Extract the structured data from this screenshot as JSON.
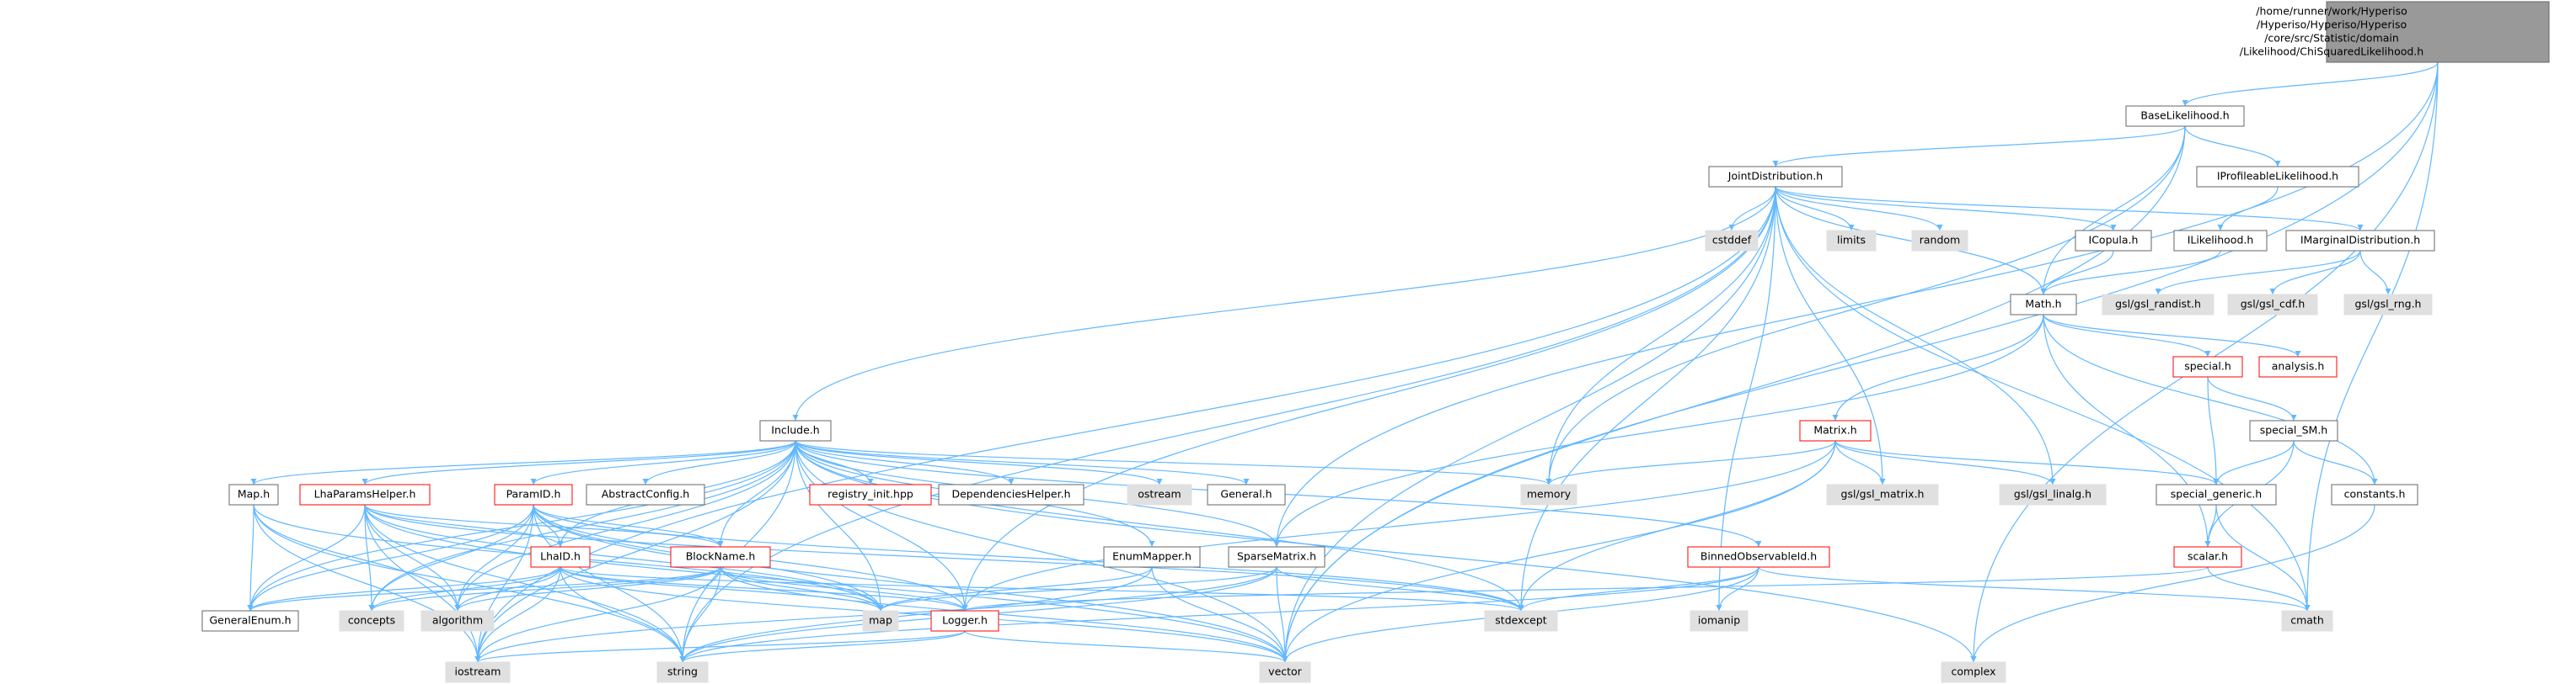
{
  "colors": {
    "edge": "#63b8ff",
    "header_fill": "#999999",
    "header_stroke": "#666666",
    "doc_fill": "#ffffff",
    "doc_stroke": "#666666",
    "external_fill": "#e0e0e0",
    "external_stroke": "#e0e0e0",
    "truncated_stroke": "#ff0000"
  },
  "nodes": [
    {
      "id": "root",
      "kind": "header",
      "lines": [
        "/home/runner/work/Hyperiso",
        "/Hyperiso/Hyperiso/Hyperiso",
        "/core/src/Statistic/domain",
        "/Likelihood/ChiSquaredLikelihood.h"
      ]
    },
    {
      "id": "baselik",
      "kind": "doc",
      "lines": [
        "BaseLikelihood.h"
      ]
    },
    {
      "id": "iprof",
      "kind": "doc",
      "lines": [
        "IProfileableLikelihood.h"
      ]
    },
    {
      "id": "ilik",
      "kind": "doc",
      "lines": [
        "ILikelihood.h"
      ]
    },
    {
      "id": "joint",
      "kind": "doc",
      "lines": [
        "JointDistribution.h"
      ]
    },
    {
      "id": "imarg",
      "kind": "doc",
      "lines": [
        "IMarginalDistribution.h"
      ]
    },
    {
      "id": "icopula",
      "kind": "doc",
      "lines": [
        "ICopula.h"
      ]
    },
    {
      "id": "cstddef",
      "kind": "external",
      "lines": [
        "cstddef"
      ]
    },
    {
      "id": "limits",
      "kind": "external",
      "lines": [
        "limits"
      ]
    },
    {
      "id": "random",
      "kind": "external",
      "lines": [
        "random"
      ]
    },
    {
      "id": "mathh",
      "kind": "doc",
      "lines": [
        "Math.h"
      ]
    },
    {
      "id": "gslrandist",
      "kind": "external",
      "lines": [
        "gsl/gsl_randist.h"
      ]
    },
    {
      "id": "gslcdf",
      "kind": "external",
      "lines": [
        "gsl/gsl_cdf.h"
      ]
    },
    {
      "id": "gslrng",
      "kind": "external",
      "lines": [
        "gsl/gsl_rng.h"
      ]
    },
    {
      "id": "specialh",
      "kind": "truncated",
      "lines": [
        "special.h"
      ]
    },
    {
      "id": "analysis",
      "kind": "truncated",
      "lines": [
        "analysis.h"
      ]
    },
    {
      "id": "specialsm",
      "kind": "doc",
      "lines": [
        "special_SM.h"
      ]
    },
    {
      "id": "matrix",
      "kind": "truncated",
      "lines": [
        "Matrix.h"
      ]
    },
    {
      "id": "include",
      "kind": "doc",
      "lines": [
        "Include.h"
      ]
    },
    {
      "id": "mapdoc",
      "kind": "doc",
      "lines": [
        "Map.h"
      ]
    },
    {
      "id": "lhaparams",
      "kind": "truncated",
      "lines": [
        "LhaParamsHelper.h"
      ]
    },
    {
      "id": "paramid",
      "kind": "truncated",
      "lines": [
        "ParamID.h"
      ]
    },
    {
      "id": "abstractcfg",
      "kind": "doc",
      "lines": [
        "AbstractConfig.h"
      ]
    },
    {
      "id": "registry",
      "kind": "truncated",
      "lines": [
        "registry_init.hpp"
      ]
    },
    {
      "id": "dephelper",
      "kind": "doc",
      "lines": [
        "DependenciesHelper.h"
      ]
    },
    {
      "id": "ostream",
      "kind": "external",
      "lines": [
        "ostream"
      ]
    },
    {
      "id": "general",
      "kind": "doc",
      "lines": [
        "General.h"
      ]
    },
    {
      "id": "memory",
      "kind": "external",
      "lines": [
        "memory"
      ]
    },
    {
      "id": "gslmatrix",
      "kind": "external",
      "lines": [
        "gsl/gsl_matrix.h"
      ]
    },
    {
      "id": "gsllinalg",
      "kind": "external",
      "lines": [
        "gsl/gsl_linalg.h"
      ]
    },
    {
      "id": "specialgen",
      "kind": "doc",
      "lines": [
        "special_generic.h"
      ]
    },
    {
      "id": "constants",
      "kind": "doc",
      "lines": [
        "constants.h"
      ]
    },
    {
      "id": "lhaid",
      "kind": "truncated",
      "lines": [
        "LhaID.h"
      ]
    },
    {
      "id": "blockname",
      "kind": "truncated",
      "lines": [
        "BlockName.h"
      ]
    },
    {
      "id": "enummapper",
      "kind": "doc",
      "lines": [
        "EnumMapper.h"
      ]
    },
    {
      "id": "sparsematrix",
      "kind": "doc",
      "lines": [
        "SparseMatrix.h"
      ]
    },
    {
      "id": "binnedobs",
      "kind": "truncated",
      "lines": [
        "BinnedObservableId.h"
      ]
    },
    {
      "id": "scalar",
      "kind": "truncated",
      "lines": [
        "scalar.h"
      ]
    },
    {
      "id": "generalenum",
      "kind": "doc",
      "lines": [
        "GeneralEnum.h"
      ]
    },
    {
      "id": "concepts",
      "kind": "external",
      "lines": [
        "concepts"
      ]
    },
    {
      "id": "algorithm",
      "kind": "external",
      "lines": [
        "algorithm"
      ]
    },
    {
      "id": "mapext",
      "kind": "external",
      "lines": [
        "map"
      ]
    },
    {
      "id": "logger",
      "kind": "truncated",
      "lines": [
        "Logger.h"
      ]
    },
    {
      "id": "stdexcept",
      "kind": "external",
      "lines": [
        "stdexcept"
      ]
    },
    {
      "id": "iomanip",
      "kind": "external",
      "lines": [
        "iomanip"
      ]
    },
    {
      "id": "cmath",
      "kind": "external",
      "lines": [
        "cmath"
      ]
    },
    {
      "id": "iostream",
      "kind": "external",
      "lines": [
        "iostream"
      ]
    },
    {
      "id": "string",
      "kind": "external",
      "lines": [
        "string"
      ]
    },
    {
      "id": "vector",
      "kind": "external",
      "lines": [
        "vector"
      ]
    },
    {
      "id": "complex",
      "kind": "external",
      "lines": [
        "complex"
      ]
    }
  ],
  "edges": [
    [
      "root",
      "baselik"
    ],
    [
      "root",
      "sparsematrix"
    ],
    [
      "root",
      "cmath"
    ],
    [
      "root",
      "vector"
    ],
    [
      "root",
      "complex"
    ],
    [
      "baselik",
      "iprof"
    ],
    [
      "baselik",
      "joint"
    ],
    [
      "baselik",
      "mathh"
    ],
    [
      "baselik",
      "memory"
    ],
    [
      "baselik",
      "vector"
    ],
    [
      "iprof",
      "ilik"
    ],
    [
      "ilik",
      "mathh"
    ],
    [
      "joint",
      "imarg"
    ],
    [
      "joint",
      "icopula"
    ],
    [
      "joint",
      "cstddef"
    ],
    [
      "joint",
      "limits"
    ],
    [
      "joint",
      "random"
    ],
    [
      "joint",
      "mathh"
    ],
    [
      "joint",
      "include"
    ],
    [
      "joint",
      "memory"
    ],
    [
      "joint",
      "gslmatrix"
    ],
    [
      "joint",
      "gsllinalg"
    ],
    [
      "joint",
      "iomanip"
    ],
    [
      "joint",
      "stdexcept"
    ],
    [
      "joint",
      "cmath"
    ],
    [
      "joint",
      "iostream"
    ],
    [
      "joint",
      "string"
    ],
    [
      "joint",
      "vector"
    ],
    [
      "joint",
      "logger"
    ],
    [
      "icopula",
      "mathh"
    ],
    [
      "imarg",
      "gslrandist"
    ],
    [
      "imarg",
      "gslcdf"
    ],
    [
      "imarg",
      "gslrng"
    ],
    [
      "mathh",
      "specialh"
    ],
    [
      "mathh",
      "analysis"
    ],
    [
      "mathh",
      "matrix"
    ],
    [
      "mathh",
      "constants"
    ],
    [
      "mathh",
      "scalar"
    ],
    [
      "mathh",
      "sparsematrix"
    ],
    [
      "specialh",
      "specialsm"
    ],
    [
      "specialh",
      "specialgen"
    ],
    [
      "specialsm",
      "specialgen"
    ],
    [
      "specialsm",
      "constants"
    ],
    [
      "specialsm",
      "scalar"
    ],
    [
      "specialgen",
      "scalar"
    ],
    [
      "specialgen",
      "cmath"
    ],
    [
      "constants",
      "complex"
    ],
    [
      "scalar",
      "cmath"
    ],
    [
      "scalar",
      "logger"
    ],
    [
      "matrix",
      "memory"
    ],
    [
      "matrix",
      "gslmatrix"
    ],
    [
      "matrix",
      "gsllinalg"
    ],
    [
      "matrix",
      "specialgen"
    ],
    [
      "matrix",
      "stdexcept"
    ],
    [
      "matrix",
      "vector"
    ],
    [
      "matrix",
      "logger"
    ],
    [
      "include",
      "mapdoc"
    ],
    [
      "include",
      "lhaparams"
    ],
    [
      "include",
      "paramid"
    ],
    [
      "include",
      "abstractcfg"
    ],
    [
      "include",
      "registry"
    ],
    [
      "include",
      "dephelper"
    ],
    [
      "include",
      "ostream"
    ],
    [
      "include",
      "general"
    ],
    [
      "include",
      "memory"
    ],
    [
      "include",
      "blockname"
    ],
    [
      "include",
      "enummapper"
    ],
    [
      "include",
      "sparsematrix"
    ],
    [
      "include",
      "binnedobs"
    ],
    [
      "include",
      "generalenum"
    ],
    [
      "include",
      "concepts"
    ],
    [
      "include",
      "algorithm"
    ],
    [
      "include",
      "mapext"
    ],
    [
      "include",
      "logger"
    ],
    [
      "include",
      "stdexcept"
    ],
    [
      "include",
      "iostream"
    ],
    [
      "include",
      "string"
    ],
    [
      "include",
      "vector"
    ],
    [
      "include",
      "complex"
    ],
    [
      "include",
      "lhaid"
    ],
    [
      "mapdoc",
      "generalenum"
    ],
    [
      "mapdoc",
      "mapext"
    ],
    [
      "mapdoc",
      "string"
    ],
    [
      "mapdoc",
      "iostream"
    ],
    [
      "mapdoc",
      "algorithm"
    ],
    [
      "lhaparams",
      "lhaid"
    ],
    [
      "lhaparams",
      "blockname"
    ],
    [
      "lhaparams",
      "generalenum"
    ],
    [
      "lhaparams",
      "concepts"
    ],
    [
      "lhaparams",
      "algorithm"
    ],
    [
      "lhaparams",
      "mapext"
    ],
    [
      "lhaparams",
      "stdexcept"
    ],
    [
      "lhaparams",
      "iostream"
    ],
    [
      "lhaparams",
      "string"
    ],
    [
      "lhaparams",
      "vector"
    ],
    [
      "paramid",
      "lhaid"
    ],
    [
      "paramid",
      "blockname"
    ],
    [
      "paramid",
      "generalenum"
    ],
    [
      "paramid",
      "concepts"
    ],
    [
      "paramid",
      "algorithm"
    ],
    [
      "paramid",
      "mapext"
    ],
    [
      "paramid",
      "logger"
    ],
    [
      "paramid",
      "stdexcept"
    ],
    [
      "paramid",
      "iostream"
    ],
    [
      "paramid",
      "string"
    ],
    [
      "paramid",
      "vector"
    ],
    [
      "lhaid",
      "generalenum"
    ],
    [
      "lhaid",
      "concepts"
    ],
    [
      "lhaid",
      "algorithm"
    ],
    [
      "lhaid",
      "mapext"
    ],
    [
      "lhaid",
      "logger"
    ],
    [
      "lhaid",
      "stdexcept"
    ],
    [
      "lhaid",
      "iostream"
    ],
    [
      "lhaid",
      "string"
    ],
    [
      "lhaid",
      "vector"
    ],
    [
      "blockname",
      "generalenum"
    ],
    [
      "blockname",
      "concepts"
    ],
    [
      "blockname",
      "algorithm"
    ],
    [
      "blockname",
      "mapext"
    ],
    [
      "blockname",
      "logger"
    ],
    [
      "blockname",
      "iostream"
    ],
    [
      "blockname",
      "string"
    ],
    [
      "blockname",
      "vector"
    ],
    [
      "enummapper",
      "mapext"
    ],
    [
      "enummapper",
      "string"
    ],
    [
      "enummapper",
      "vector"
    ],
    [
      "sparsematrix",
      "mapext"
    ],
    [
      "sparsematrix",
      "stdexcept"
    ],
    [
      "sparsematrix",
      "iostream"
    ],
    [
      "sparsematrix",
      "string"
    ],
    [
      "sparsematrix",
      "vector"
    ],
    [
      "binnedobs",
      "iomanip"
    ],
    [
      "binnedobs",
      "stdexcept"
    ],
    [
      "binnedobs",
      "cmath"
    ],
    [
      "binnedobs",
      "string"
    ],
    [
      "binnedobs",
      "vector"
    ],
    [
      "logger",
      "iostream"
    ],
    [
      "logger",
      "string"
    ],
    [
      "logger",
      "vector"
    ]
  ]
}
